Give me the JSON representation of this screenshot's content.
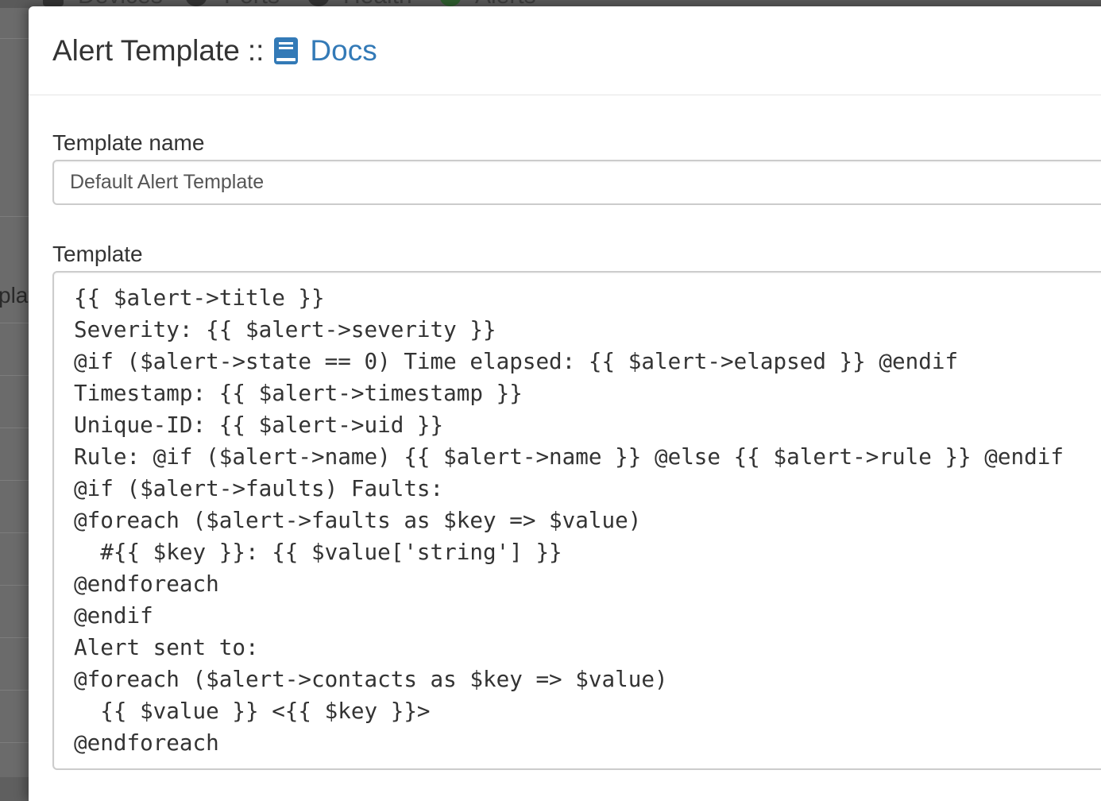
{
  "background": {
    "nav_items": [
      {
        "label": "Devices",
        "icon": "server-icon"
      },
      {
        "label": "Ports",
        "icon": "link-icon"
      },
      {
        "label": "Health",
        "icon": "heartbeat-icon"
      },
      {
        "label": "Alerts",
        "icon": "bell-icon"
      }
    ],
    "side_text": "plat"
  },
  "modal": {
    "title": "Alert Template",
    "separator": "::",
    "docs_label": "Docs",
    "docs_icon": "book-icon",
    "link_color": "#337ab7"
  },
  "form": {
    "name_label": "Template name",
    "name_value": "Default Alert Template",
    "template_label": "Template",
    "template_lines": [
      "{{ $alert->title }}",
      "Severity: {{ $alert->severity }}",
      "@if ($alert->state == 0) Time elapsed: {{ $alert->elapsed }} @endif",
      "Timestamp: {{ $alert->timestamp }}",
      "Unique-ID: {{ $alert->uid }}",
      "Rule: @if ($alert->name) {{ $alert->name }} @else {{ $alert->rule }} @endif",
      "@if ($alert->faults) Faults:",
      "@foreach ($alert->faults as $key => $value)",
      "  #{{ $key }}: {{ $value['string'] }}",
      "@endforeach",
      "@endif",
      "Alert sent to:",
      "@foreach ($alert->contacts as $key => $value)",
      "  {{ $value }} <{{ $key }}>",
      "@endforeach"
    ]
  }
}
